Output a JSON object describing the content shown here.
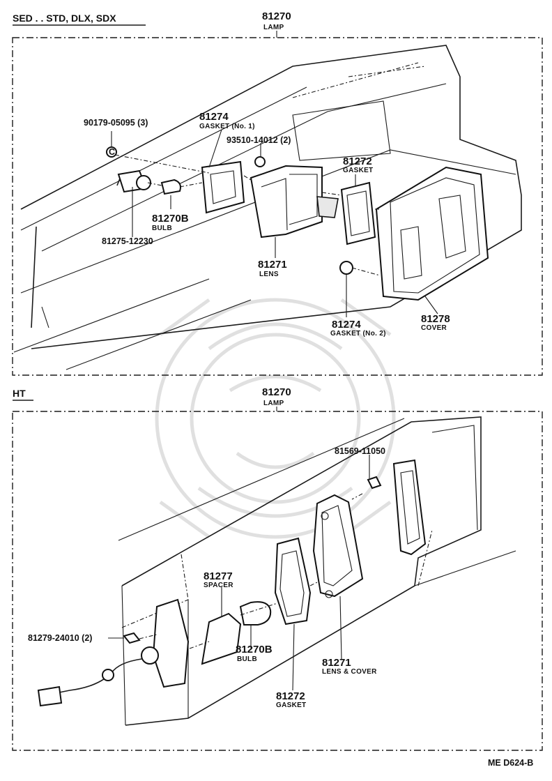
{
  "sections": [
    {
      "header": "SED . . STD, DLX, SDX",
      "assembly": {
        "number": "81270",
        "name": "LAMP"
      },
      "parts": [
        {
          "number": "90179-05095 (3)",
          "name": ""
        },
        {
          "number": "81274",
          "name": "GASKET (No. 1)"
        },
        {
          "number": "93510-14012 (2)",
          "name": ""
        },
        {
          "number": "81272",
          "name": "GASKET"
        },
        {
          "number": "81270B",
          "name": "BULB"
        },
        {
          "number": "81275-12230",
          "name": ""
        },
        {
          "number": "81271",
          "name": "LENS"
        },
        {
          "number": "81274",
          "name": "GASKET (No. 2)"
        },
        {
          "number": "81278",
          "name": "COVER"
        }
      ]
    },
    {
      "header": "HT",
      "assembly": {
        "number": "81270",
        "name": "LAMP"
      },
      "parts": [
        {
          "number": "81569-11050",
          "name": ""
        },
        {
          "number": "81277",
          "name": "SPACER"
        },
        {
          "number": "81279-24010 (2)",
          "name": ""
        },
        {
          "number": "81270B",
          "name": "BULB"
        },
        {
          "number": "81271",
          "name": "LENS & COVER"
        },
        {
          "number": "81272",
          "name": "GASKET"
        }
      ]
    }
  ],
  "footer_code": "ME  D624-B"
}
